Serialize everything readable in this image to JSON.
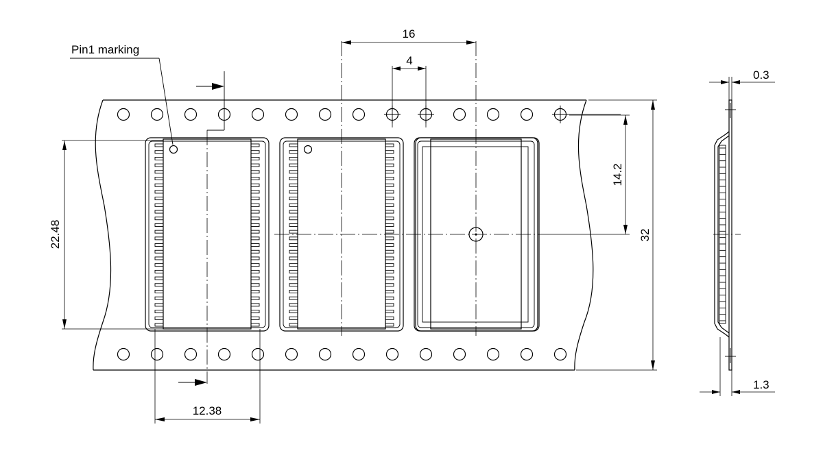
{
  "drawing": {
    "labels": {
      "pin1_marking": "Pin1 marking",
      "pitch_16": "16",
      "pitch_4": "4",
      "width_32": "32",
      "offset_14_2": "14.2",
      "length_22_48": "22.48",
      "width_12_38": "12.38",
      "thickness_0_3": "0.3",
      "depth_1_3": "1.3"
    },
    "sprocket_holes": {
      "top_count": 14,
      "bottom_count": 14
    },
    "pockets": 3,
    "pins_per_side": 28
  }
}
